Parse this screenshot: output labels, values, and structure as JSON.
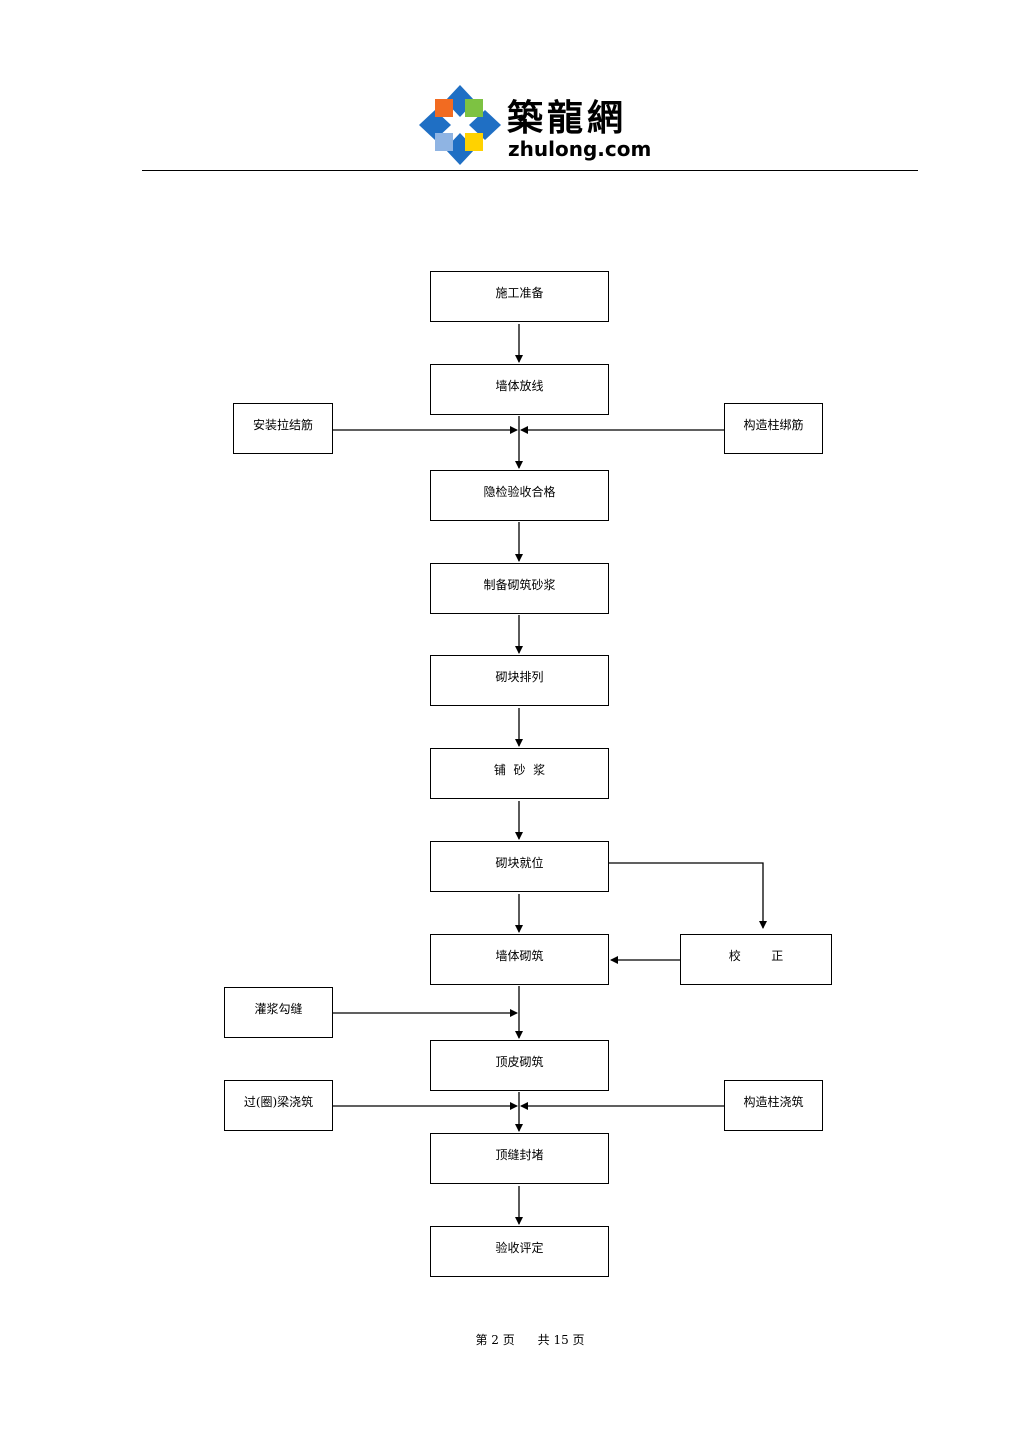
{
  "logo": {
    "name_cn": "築龍網",
    "name_en": "zhulong.com"
  },
  "flow": {
    "main_steps": [
      "施工准备",
      "墙体放线",
      "隐检验收合格",
      "制备砌筑砂浆",
      "砌块排列",
      "铺  砂  浆",
      "砌块就位",
      "墙体砌筑",
      "顶皮砌筑",
      "顶缝封堵",
      "验收评定"
    ],
    "side_nodes": {
      "install_tie_bars": "安装拉结筋",
      "column_rebar": "构造柱绑筋",
      "correct": "校        正",
      "grout_joint": "灌浆勾缝",
      "lintel_pour": "过(圈)梁浇筑",
      "column_pour": "构造柱浇筑"
    }
  },
  "footer": {
    "page": "第 2 页",
    "total": "共 15 页"
  },
  "colors": {
    "logo_blue": "#1f6fc4",
    "logo_orange": "#f26b21",
    "logo_green": "#7dc242",
    "logo_yellow": "#ffd200",
    "logo_lightblue": "#8fb4e3"
  }
}
